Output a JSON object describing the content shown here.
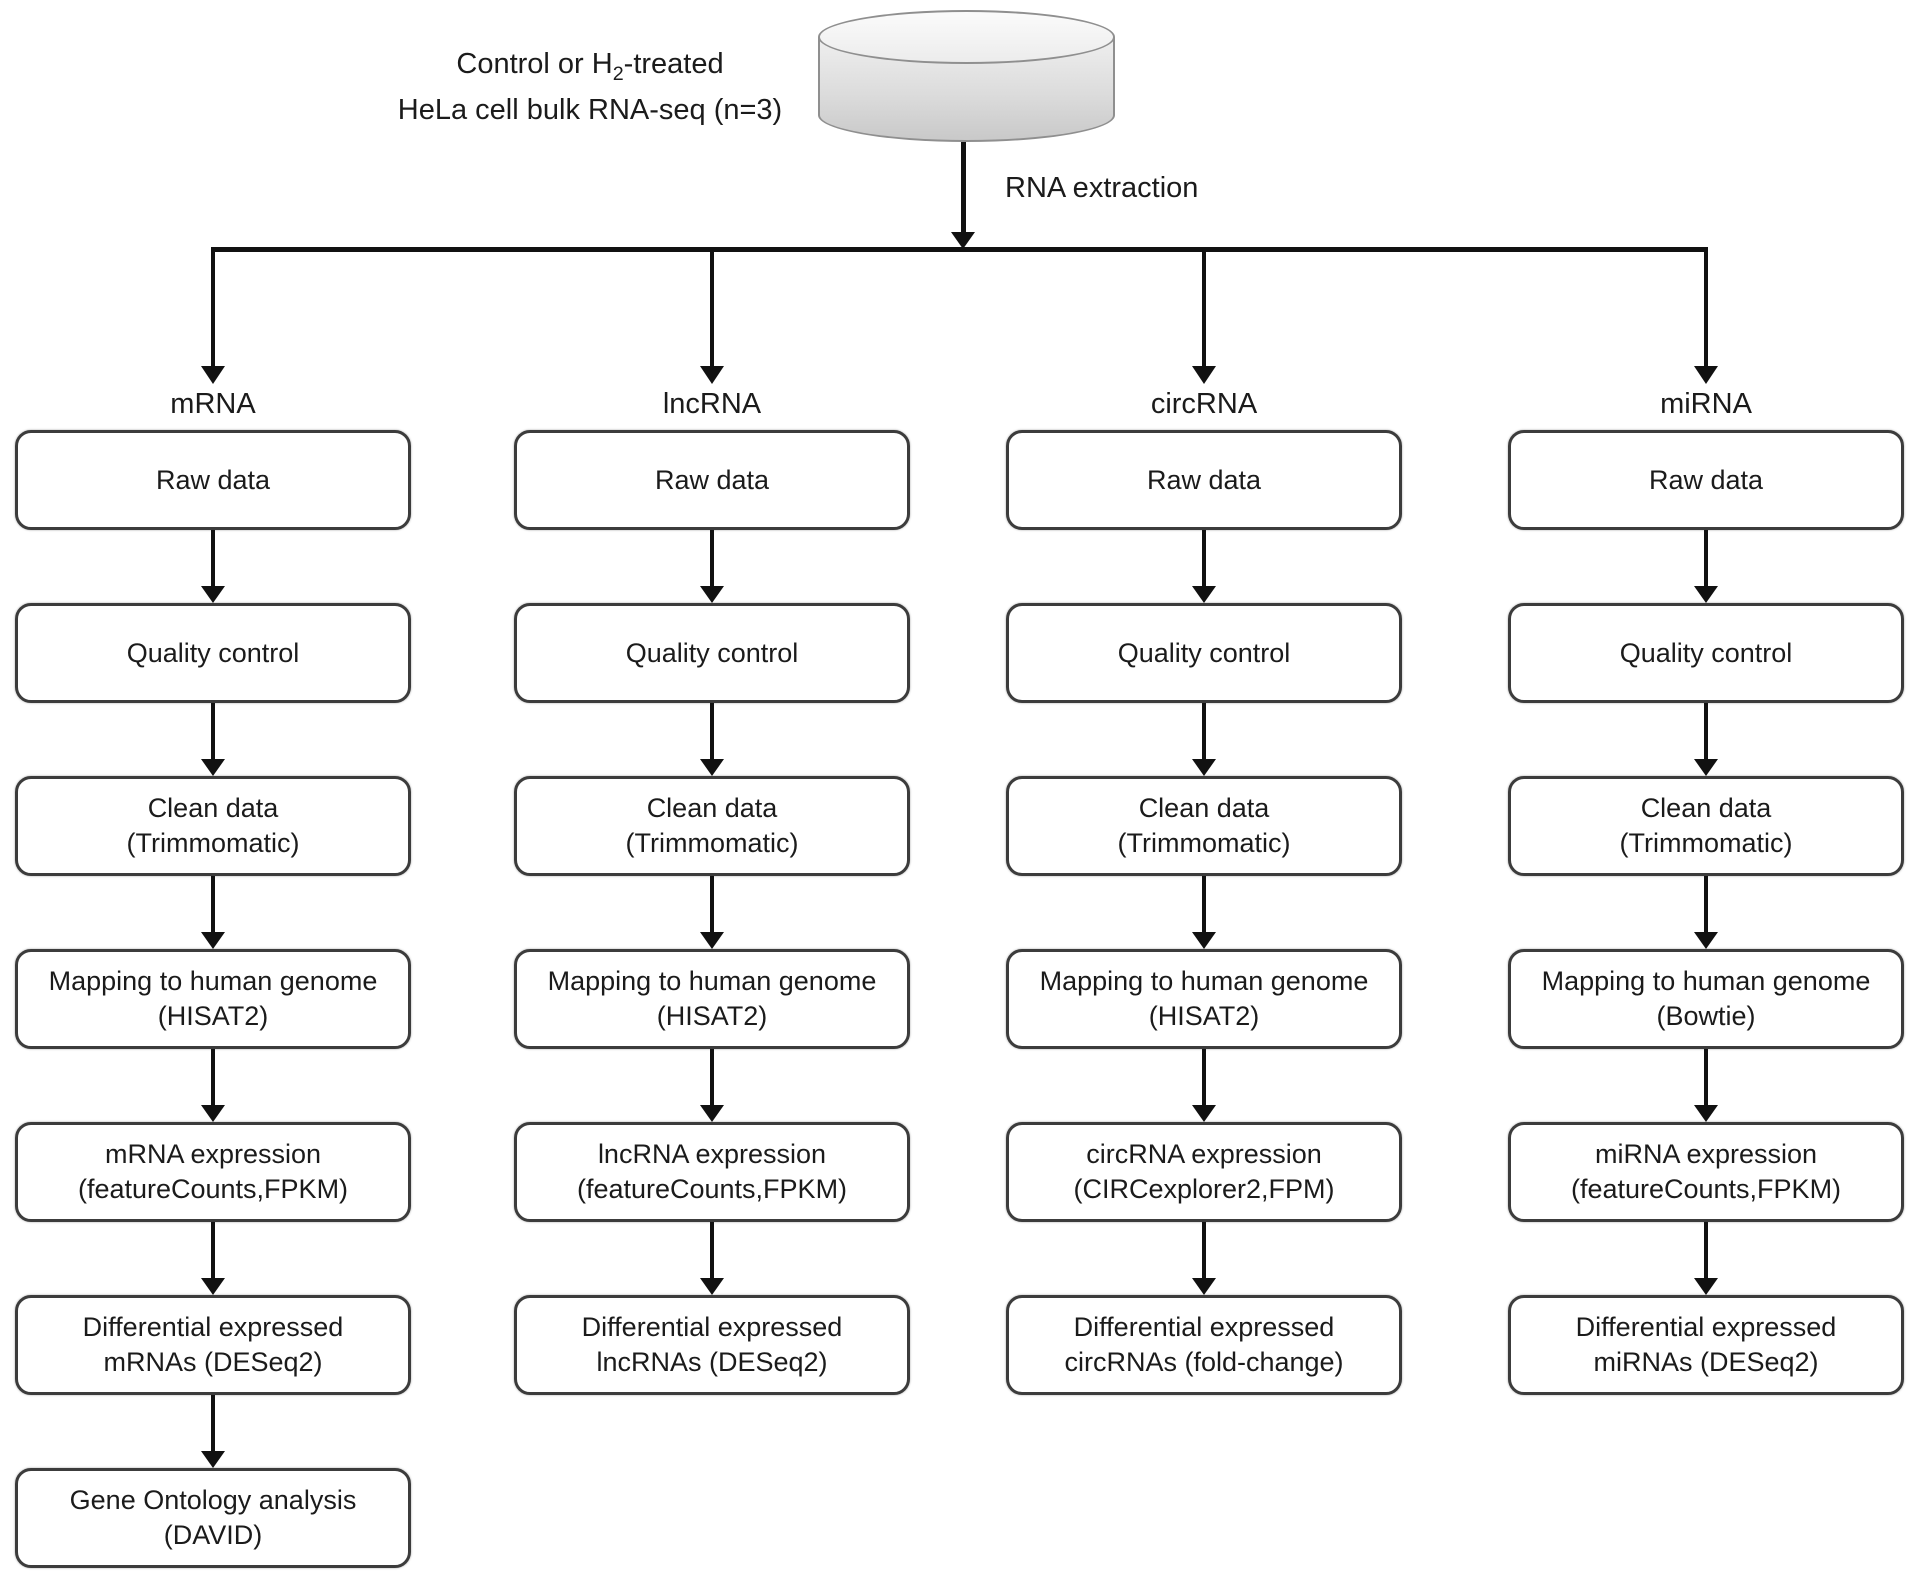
{
  "source": {
    "title_part1": "Control or H",
    "title_sub": "2",
    "title_part2": "-treated",
    "title_line2": "HeLa cell bulk RNA-seq (n=3)",
    "icon": "database-cylinder-icon"
  },
  "extraction_label": "RNA extraction",
  "colors": {
    "box_border": "#3c3c3c",
    "arrow": "#111111",
    "text": "#1b1b1b",
    "cylinder_fill": "#e0e0e0",
    "background": "#ffffff"
  },
  "columns": [
    {
      "label": "mRNA",
      "boxes": [
        {
          "lines": [
            "Raw data"
          ]
        },
        {
          "lines": [
            "Quality control"
          ]
        },
        {
          "lines": [
            "Clean data",
            "(Trimmomatic)"
          ]
        },
        {
          "lines": [
            "Mapping to human genome",
            "(HISAT2)"
          ]
        },
        {
          "lines": [
            "mRNA expression",
            "(featureCounts,FPKM)"
          ]
        },
        {
          "lines": [
            "Differential expressed",
            "mRNAs (DESeq2)"
          ]
        },
        {
          "lines": [
            "Gene Ontology analysis",
            "(DAVID)"
          ]
        }
      ]
    },
    {
      "label": "lncRNA",
      "boxes": [
        {
          "lines": [
            "Raw data"
          ]
        },
        {
          "lines": [
            "Quality control"
          ]
        },
        {
          "lines": [
            "Clean data",
            "(Trimmomatic)"
          ]
        },
        {
          "lines": [
            "Mapping to human genome",
            "(HISAT2)"
          ]
        },
        {
          "lines": [
            "lncRNA expression",
            "(featureCounts,FPKM)"
          ]
        },
        {
          "lines": [
            "Differential expressed",
            "lncRNAs (DESeq2)"
          ]
        }
      ]
    },
    {
      "label": "circRNA",
      "boxes": [
        {
          "lines": [
            "Raw data"
          ]
        },
        {
          "lines": [
            "Quality control"
          ]
        },
        {
          "lines": [
            "Clean data",
            "(Trimmomatic)"
          ]
        },
        {
          "lines": [
            "Mapping to human genome",
            "(HISAT2)"
          ]
        },
        {
          "lines": [
            "circRNA expression",
            "(CIRCexplorer2,FPM)"
          ]
        },
        {
          "lines": [
            "Differential expressed",
            "circRNAs (fold-change)"
          ]
        }
      ]
    },
    {
      "label": "miRNA",
      "boxes": [
        {
          "lines": [
            "Raw data"
          ]
        },
        {
          "lines": [
            "Quality control"
          ]
        },
        {
          "lines": [
            "Clean data",
            "(Trimmomatic)"
          ]
        },
        {
          "lines": [
            "Mapping to human genome",
            "(Bowtie)"
          ]
        },
        {
          "lines": [
            "miRNA expression",
            "(featureCounts,FPKM)"
          ]
        },
        {
          "lines": [
            "Differential expressed",
            "miRNAs (DESeq2)"
          ]
        }
      ]
    }
  ]
}
